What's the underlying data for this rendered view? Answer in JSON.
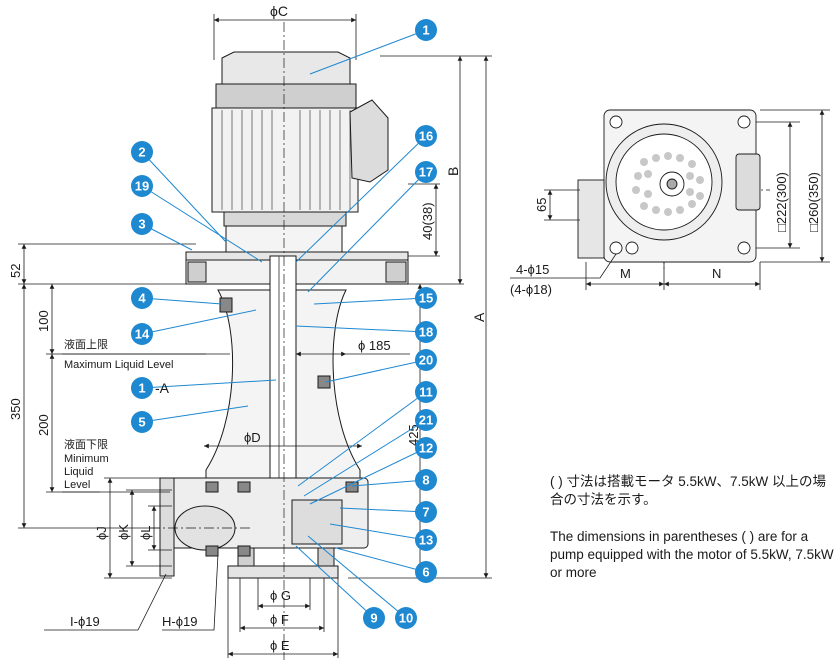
{
  "colors": {
    "callout_fill": "#1e88d0",
    "leader": "#1e88d0",
    "line": "#1a1a1a",
    "body_fill": "#eeeeee",
    "dark_fill": "#cfcfcf"
  },
  "callouts": [
    {
      "id": "1",
      "label": "1"
    },
    {
      "id": "2",
      "label": "2"
    },
    {
      "id": "3",
      "label": "3"
    },
    {
      "id": "4",
      "label": "4"
    },
    {
      "id": "5",
      "label": "5"
    },
    {
      "id": "6",
      "label": "6"
    },
    {
      "id": "7",
      "label": "7"
    },
    {
      "id": "8",
      "label": "8"
    },
    {
      "id": "9",
      "label": "9"
    },
    {
      "id": "10",
      "label": "10"
    },
    {
      "id": "11",
      "label": "11"
    },
    {
      "id": "12",
      "label": "12"
    },
    {
      "id": "13",
      "label": "13"
    },
    {
      "id": "14",
      "label": "14"
    },
    {
      "id": "15",
      "label": "15"
    },
    {
      "id": "16",
      "label": "16"
    },
    {
      "id": "17",
      "label": "17"
    },
    {
      "id": "18",
      "label": "18"
    },
    {
      "id": "19",
      "label": "19"
    },
    {
      "id": "20",
      "label": "20"
    },
    {
      "id": "21",
      "label": "21"
    },
    {
      "id": "1A",
      "label": "1",
      "suffix": "-A"
    }
  ],
  "dims": {
    "phiC": "ϕC",
    "A": "A",
    "B": "B",
    "d52": "52",
    "d100": "100",
    "d350": "350",
    "d200": "200",
    "d40": "40(38)",
    "phi185": "ϕ 185",
    "d425": "425",
    "phiD": "ϕD",
    "phiJ": "ϕJ",
    "phiK": "ϕK",
    "phiL": "ϕL",
    "phiG": "ϕ G",
    "phiF": "ϕ F",
    "phiE": "ϕ E",
    "I19": "I-ϕ19",
    "H19": "H-ϕ19",
    "d65": "65",
    "sq222": "□222(300)",
    "sq260": "□260(350)",
    "M": "M",
    "N": "N",
    "h15": "4-ϕ15",
    "h18": "(4-ϕ18)"
  },
  "levels": {
    "upper_jp": "液面上限",
    "upper_en": "Maximum Liquid Level",
    "lower_jp": "液面下限",
    "lower_en_1": "Minimum",
    "lower_en_2": "Liquid",
    "lower_en_3": "Level"
  },
  "notes": {
    "jp": "( ) 寸法は搭載モータ 5.5kW、7.5kW 以上の場合の寸法を示す。",
    "en": "The dimensions in parentheses ( ) are for a pump equipped with the motor of 5.5kW, 7.5kW or more"
  }
}
